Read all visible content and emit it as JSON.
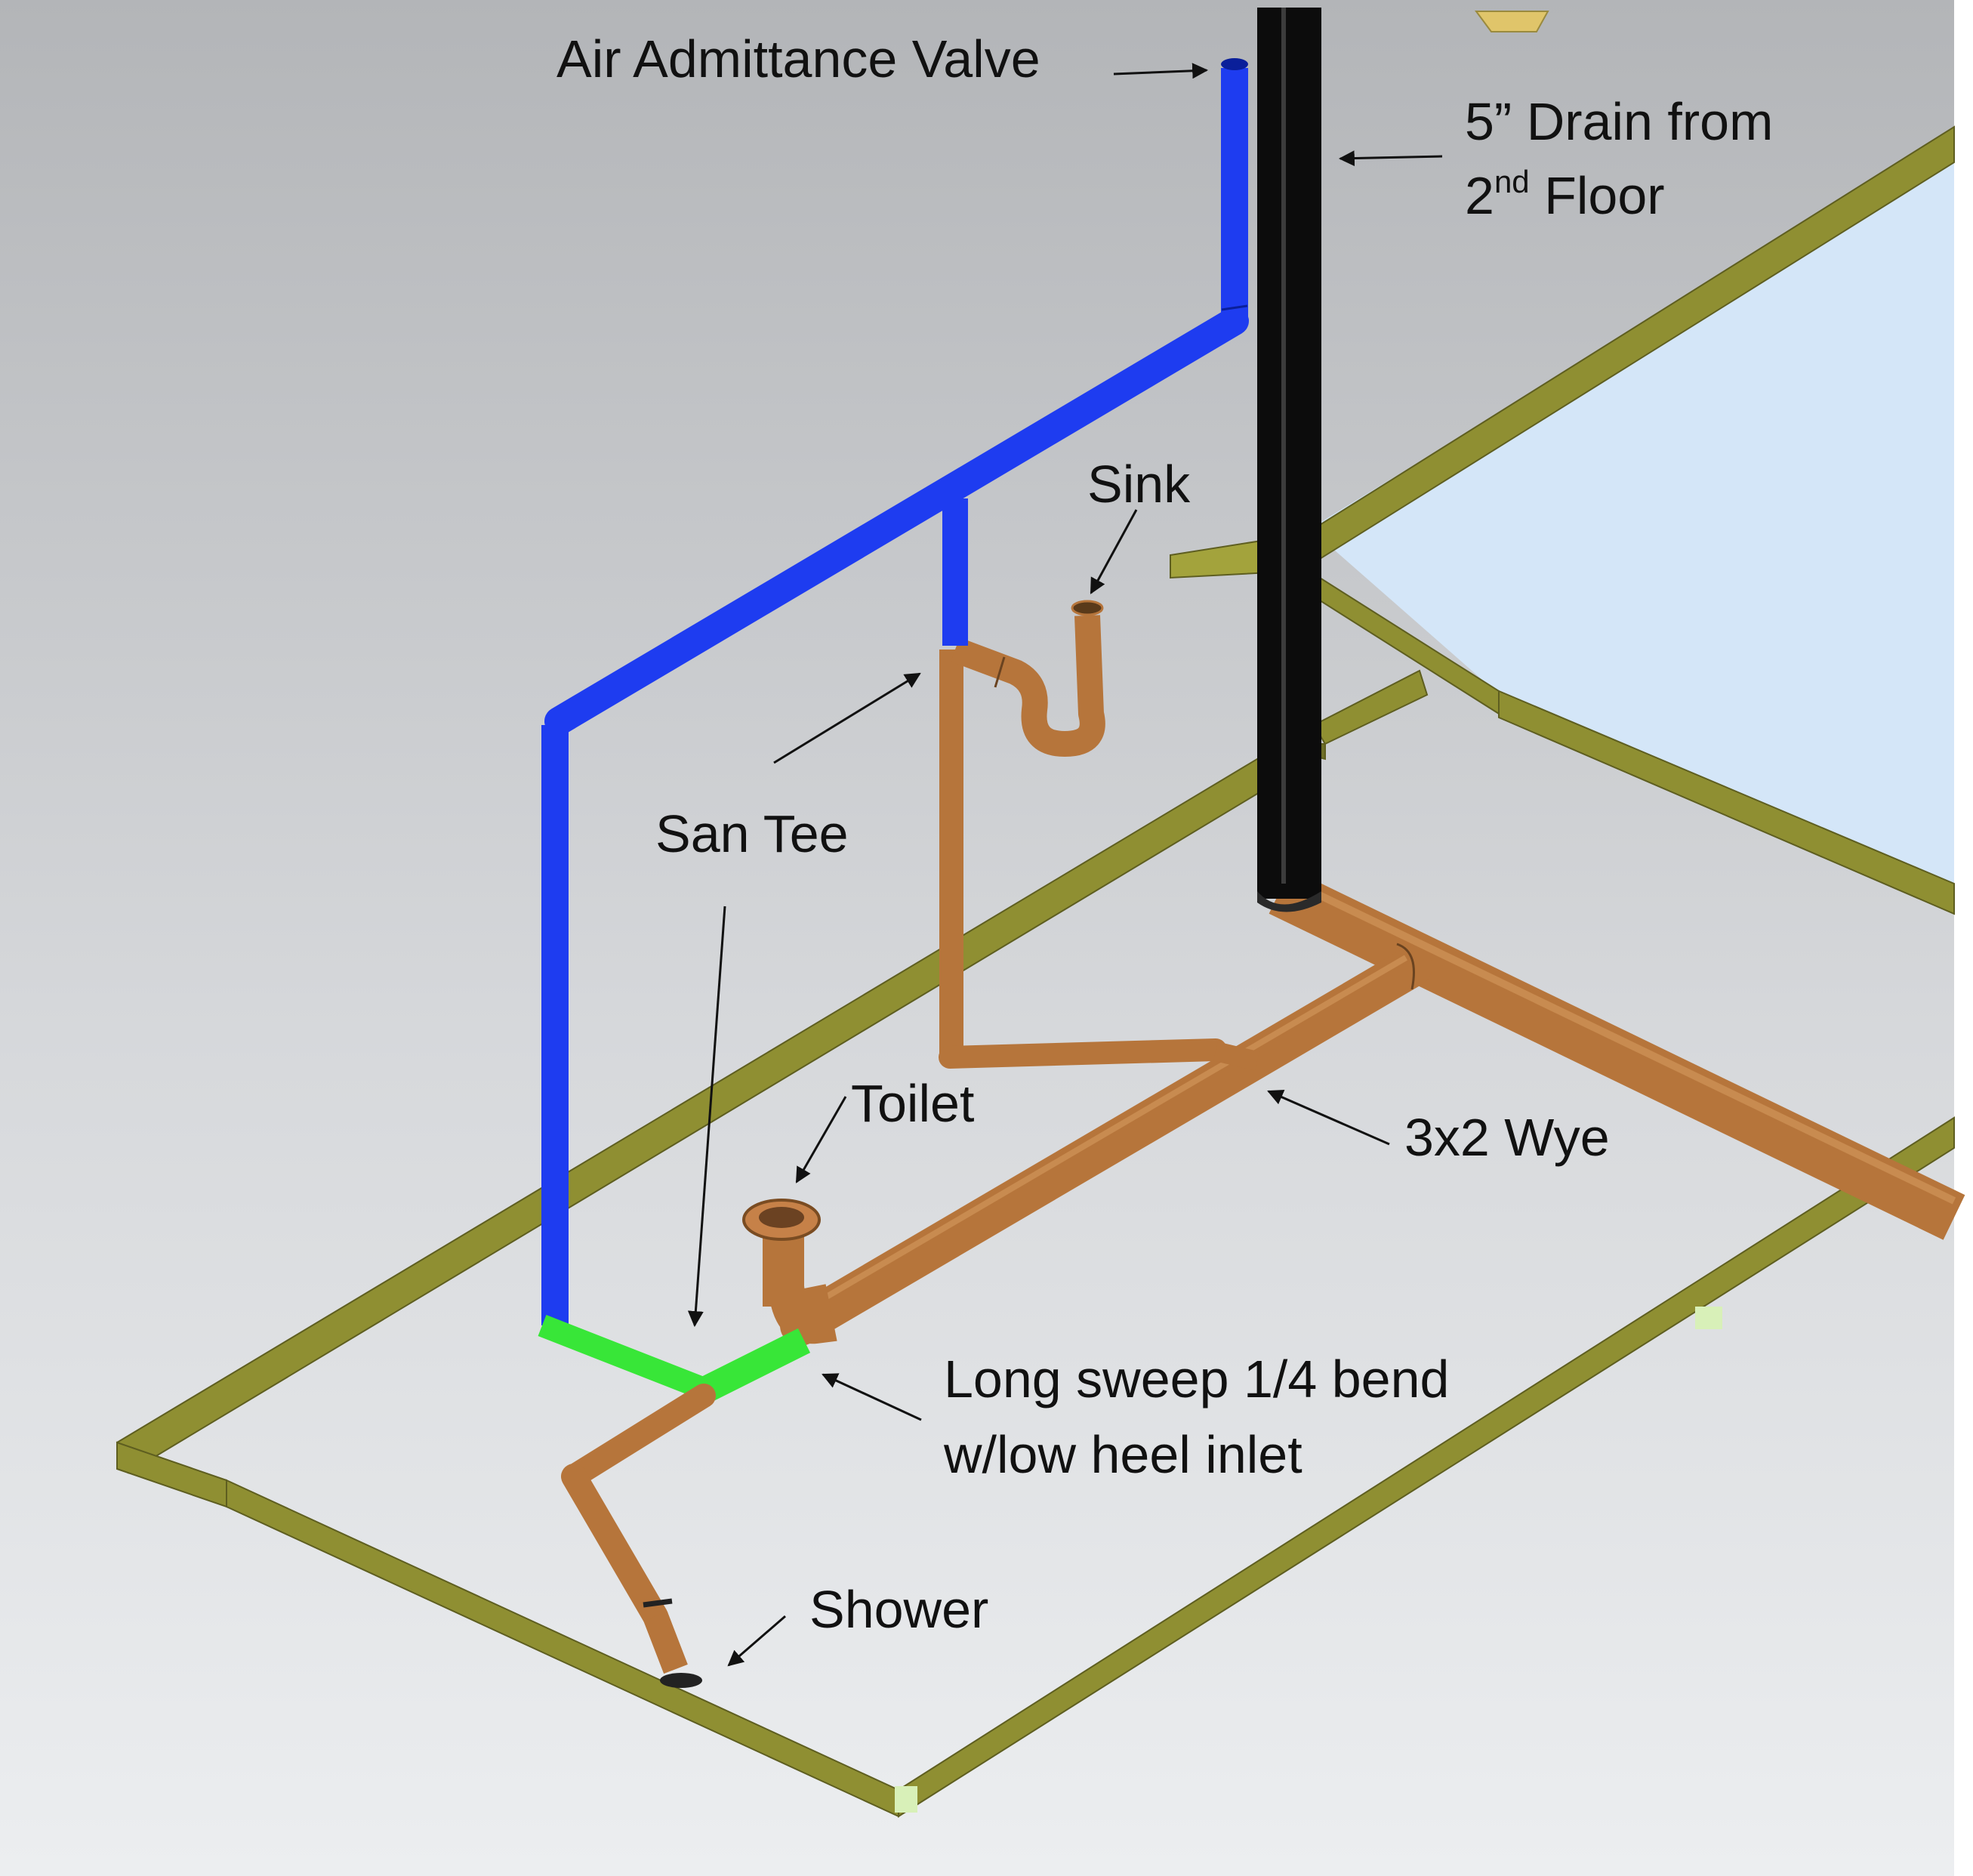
{
  "colors": {
    "background_top": "#b3b5b8",
    "background_bottom": "#eceef0",
    "panel": "#d4e6f8",
    "frame_wood": "#8f8f32",
    "vent_pipe": "#1e3cf0",
    "drain_pipe": "#b6753b",
    "stack_pipe": "#0c0c0c",
    "tee_fitting": "#38e638"
  },
  "labels": {
    "air_admittance_valve": "Air Admittance Valve",
    "drain_line1": "5” Drain from",
    "drain_line2_prefix": "2",
    "drain_line2_sup": "nd",
    "drain_line2_suffix": " Floor",
    "sink": "Sink",
    "san_tee": "San Tee",
    "toilet": "Toilet",
    "wye": "3x2 Wye",
    "bend_line1": "Long sweep 1/4 bend",
    "bend_line2": "w/low heel inlet",
    "shower": "Shower"
  }
}
